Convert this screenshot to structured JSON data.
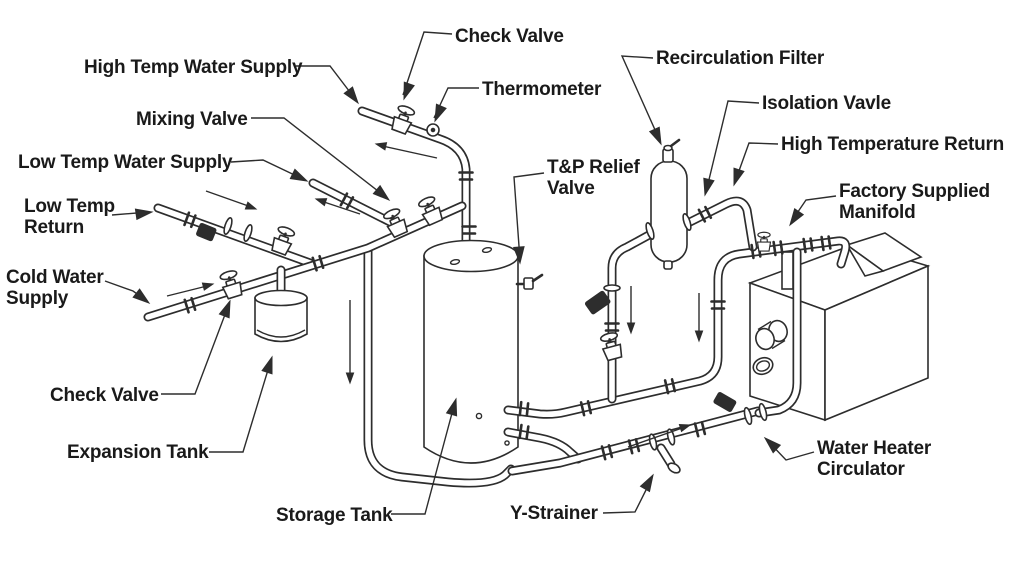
{
  "figure": {
    "background": "#ffffff",
    "ink_color": "#2d2d2d",
    "text_color": "#1a1a1a"
  },
  "labels": [
    {
      "id": "check-valve-top",
      "text": "Check Valve"
    },
    {
      "id": "high-temp-water-supply",
      "text": "High Temp Water Supply"
    },
    {
      "id": "thermometer",
      "text": "Thermometer"
    },
    {
      "id": "mixing-valve",
      "text": "Mixing Valve"
    },
    {
      "id": "low-temp-water-supply",
      "text": "Low Temp Water Supply"
    },
    {
      "id": "low-temp-return",
      "text": "Low Temp\nReturn"
    },
    {
      "id": "cold-water-supply",
      "text": "Cold Water\nSupply"
    },
    {
      "id": "check-valve-lower",
      "text": "Check Valve"
    },
    {
      "id": "expansion-tank",
      "text": "Expansion Tank"
    },
    {
      "id": "storage-tank",
      "text": "Storage Tank"
    },
    {
      "id": "tp-relief-valve",
      "text": "T&P Relief\nValve"
    },
    {
      "id": "recirculation-filter",
      "text": "Recirculation Filter"
    },
    {
      "id": "isolation-valve",
      "text": "Isolation Vavle"
    },
    {
      "id": "high-temperature-return",
      "text": "High Temperature Return"
    },
    {
      "id": "factory-supplied-manifold",
      "text": "Factory Supplied\nManifold"
    },
    {
      "id": "water-heater-circulator",
      "text": "Water Heater\nCirculator"
    },
    {
      "id": "y-strainer",
      "text": "Y-Strainer"
    }
  ]
}
